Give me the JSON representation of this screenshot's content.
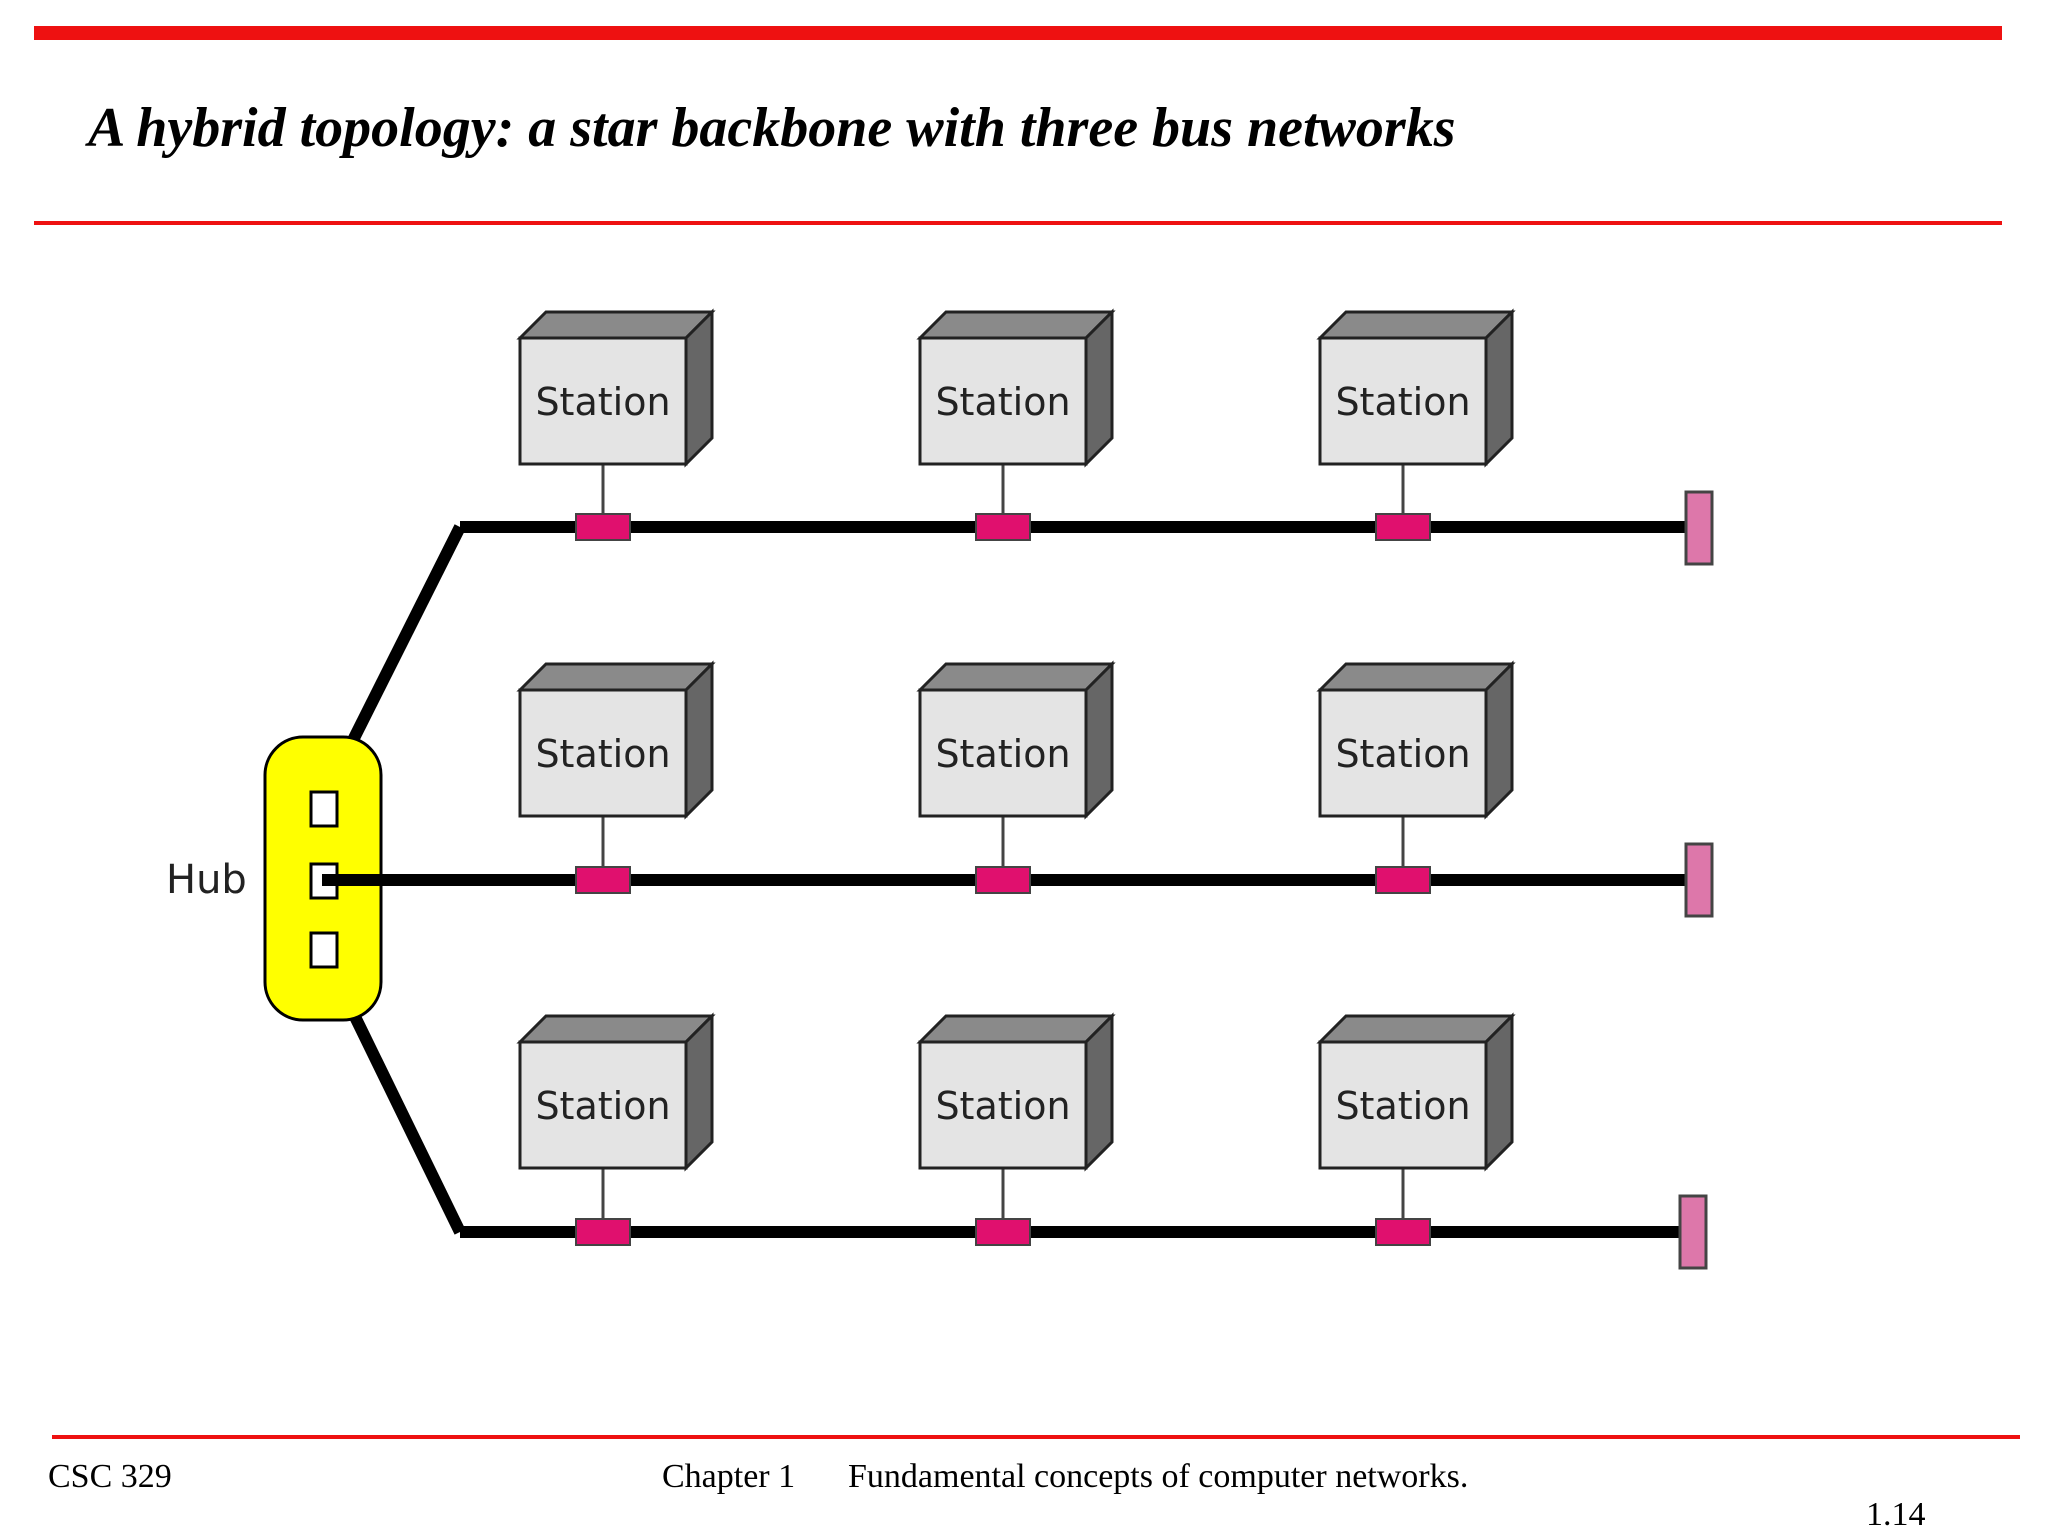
{
  "slide": {
    "title": "A hybrid topology: a star backbone with three bus networks"
  },
  "diagram": {
    "hub_label": "Hub",
    "buses": [
      {
        "stations": [
          "Station",
          "Station",
          "Station"
        ]
      },
      {
        "stations": [
          "Station",
          "Station",
          "Station"
        ]
      },
      {
        "stations": [
          "Station",
          "Station",
          "Station"
        ]
      }
    ]
  },
  "footer": {
    "course": "CSC 329",
    "chapter": "Chapter 1",
    "topic": "Fundamental concepts of computer networks.",
    "page": "1.14"
  },
  "colors": {
    "accent_red": "#ee1111",
    "hub_yellow": "#ffff00",
    "tap_magenta": "#e0106e",
    "terminator_pink": "#dd77aa",
    "station_front": "#e4e4e4",
    "station_side": "#666666"
  }
}
